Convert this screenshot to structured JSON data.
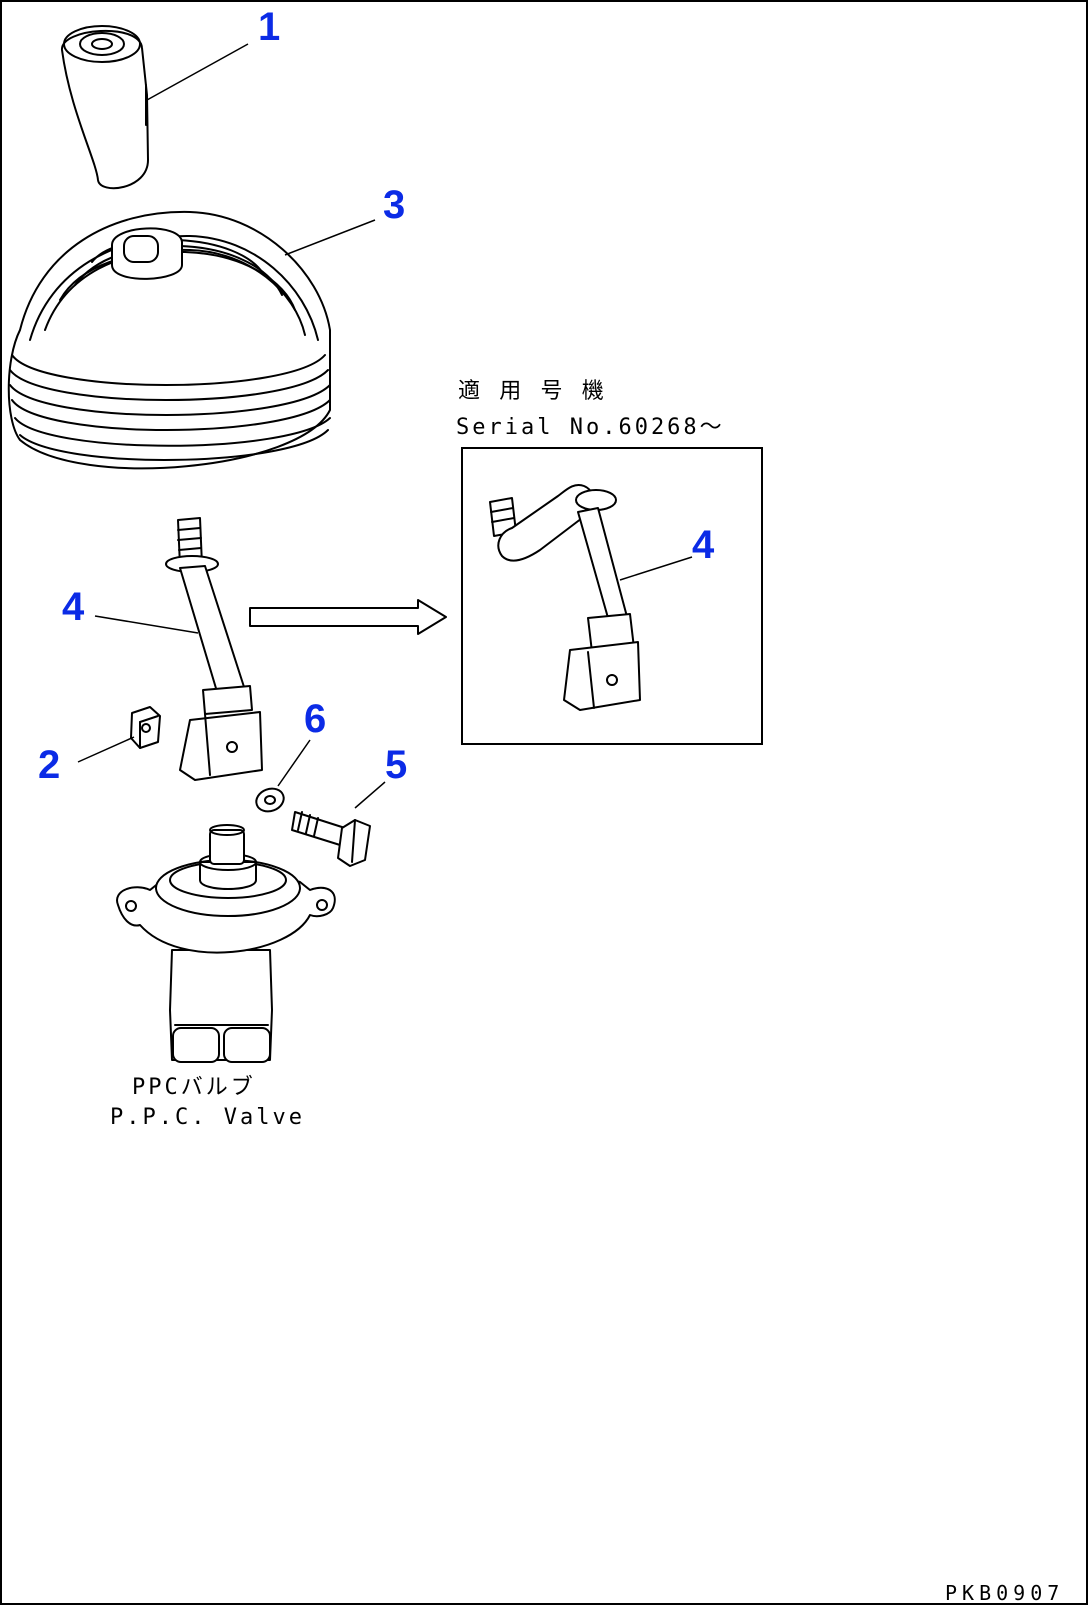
{
  "callouts": {
    "c1": "1",
    "c2": "2",
    "c3": "3",
    "c4_main": "4",
    "c4_inset": "4",
    "c5": "5",
    "c6": "6"
  },
  "inset": {
    "title_jp": "適 用 号 機",
    "title_en": "Serial No.60268～"
  },
  "valve_label": {
    "jp": "PPCバルブ",
    "en": "P.P.C. Valve"
  },
  "drawing_code": "PKB0907",
  "colors": {
    "callout": "#0b2be6",
    "ink": "#000000",
    "background": "#ffffff"
  }
}
